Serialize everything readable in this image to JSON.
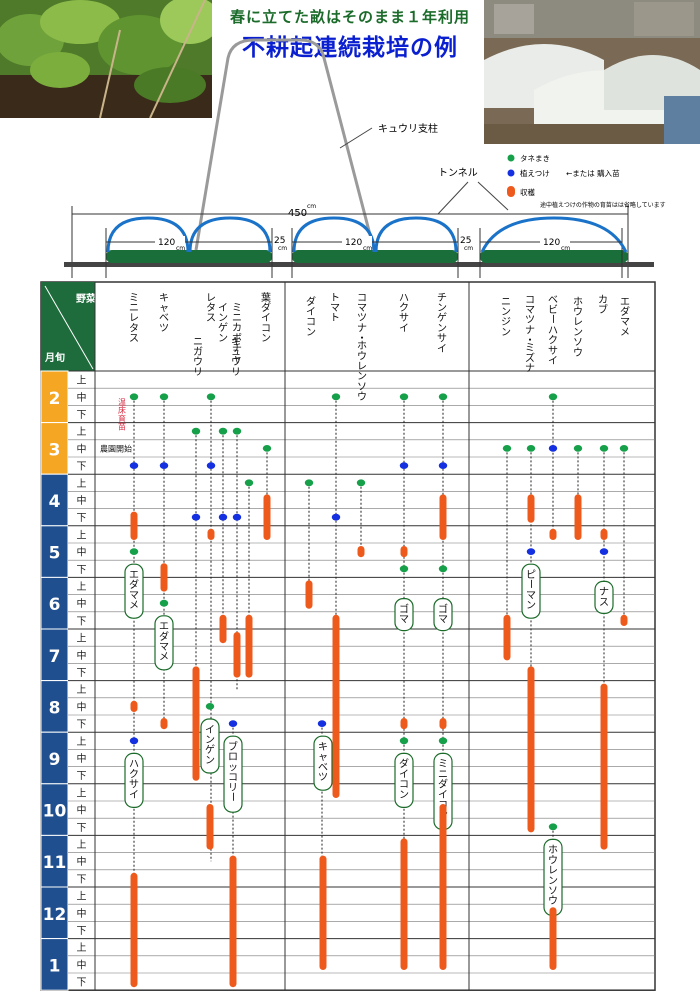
{
  "header": {
    "title_line1": "春に立てた畝はそのまま１年利用",
    "title_line2": "不耕起連続栽培の例"
  },
  "diagram": {
    "cucumber_support_label": "キュウリ支柱",
    "tunnel_label": "トンネル",
    "total_width_value": "450",
    "total_width_unit": "cm",
    "bed_width_value": "120",
    "bed_width_unit": "cm",
    "gap_value": "25",
    "gap_unit": "cm"
  },
  "legend": {
    "sow": "タネまき",
    "plant": "植えつけ",
    "plant_note": "←または 購入苗",
    "harvest": "収穫",
    "footnote": "途中植えつけの作物の育苗はは省略しています"
  },
  "colors": {
    "sow": "#17a04a",
    "plant": "#1430e0",
    "harvest": "#ee5a1c",
    "header_green": "#1e6b3c",
    "month_orange": "#f5a623",
    "month_blue": "#1f4f8f",
    "bed_green": "#1a6e3a",
    "tunnel_blue": "#1a73c8"
  },
  "table": {
    "corner_vegetable": "野菜",
    "corner_period": "月旬",
    "period_names": [
      "上",
      "中",
      "下"
    ],
    "months": [
      "2",
      "3",
      "4",
      "5",
      "6",
      "7",
      "8",
      "9",
      "10",
      "11",
      "12",
      "1"
    ],
    "bed1_crops": [
      "ミニレタス",
      "キャベツ",
      "レタス",
      "ニガウリ",
      "インゲン",
      "ミニカボチャ",
      "キュウリ",
      "葉ダイコン"
    ],
    "bed2_crops": [
      "ダイコン",
      "トマト",
      "コマツナ・ホウレンソウ",
      "ハクサイ",
      "チンゲンサイ"
    ],
    "bed3_crops": [
      "ニンジン",
      "コマツナ・ミズナ",
      "ベビーハクサイ",
      "ホウレンソウ",
      "カブ",
      "エダマメ"
    ],
    "notes": {
      "hotbed": "温床育苗",
      "farm_open": "農園開始"
    },
    "succession_labels": [
      "エダマメ",
      "エダマメ",
      "ハクサイ",
      "インゲン",
      "ブロッコリー",
      "キャベツ",
      "ゴマ",
      "ゴマ",
      "ダイコン",
      "ミニダイコン",
      "ピーマン",
      "ナス",
      "ホウレンソウ"
    ]
  }
}
